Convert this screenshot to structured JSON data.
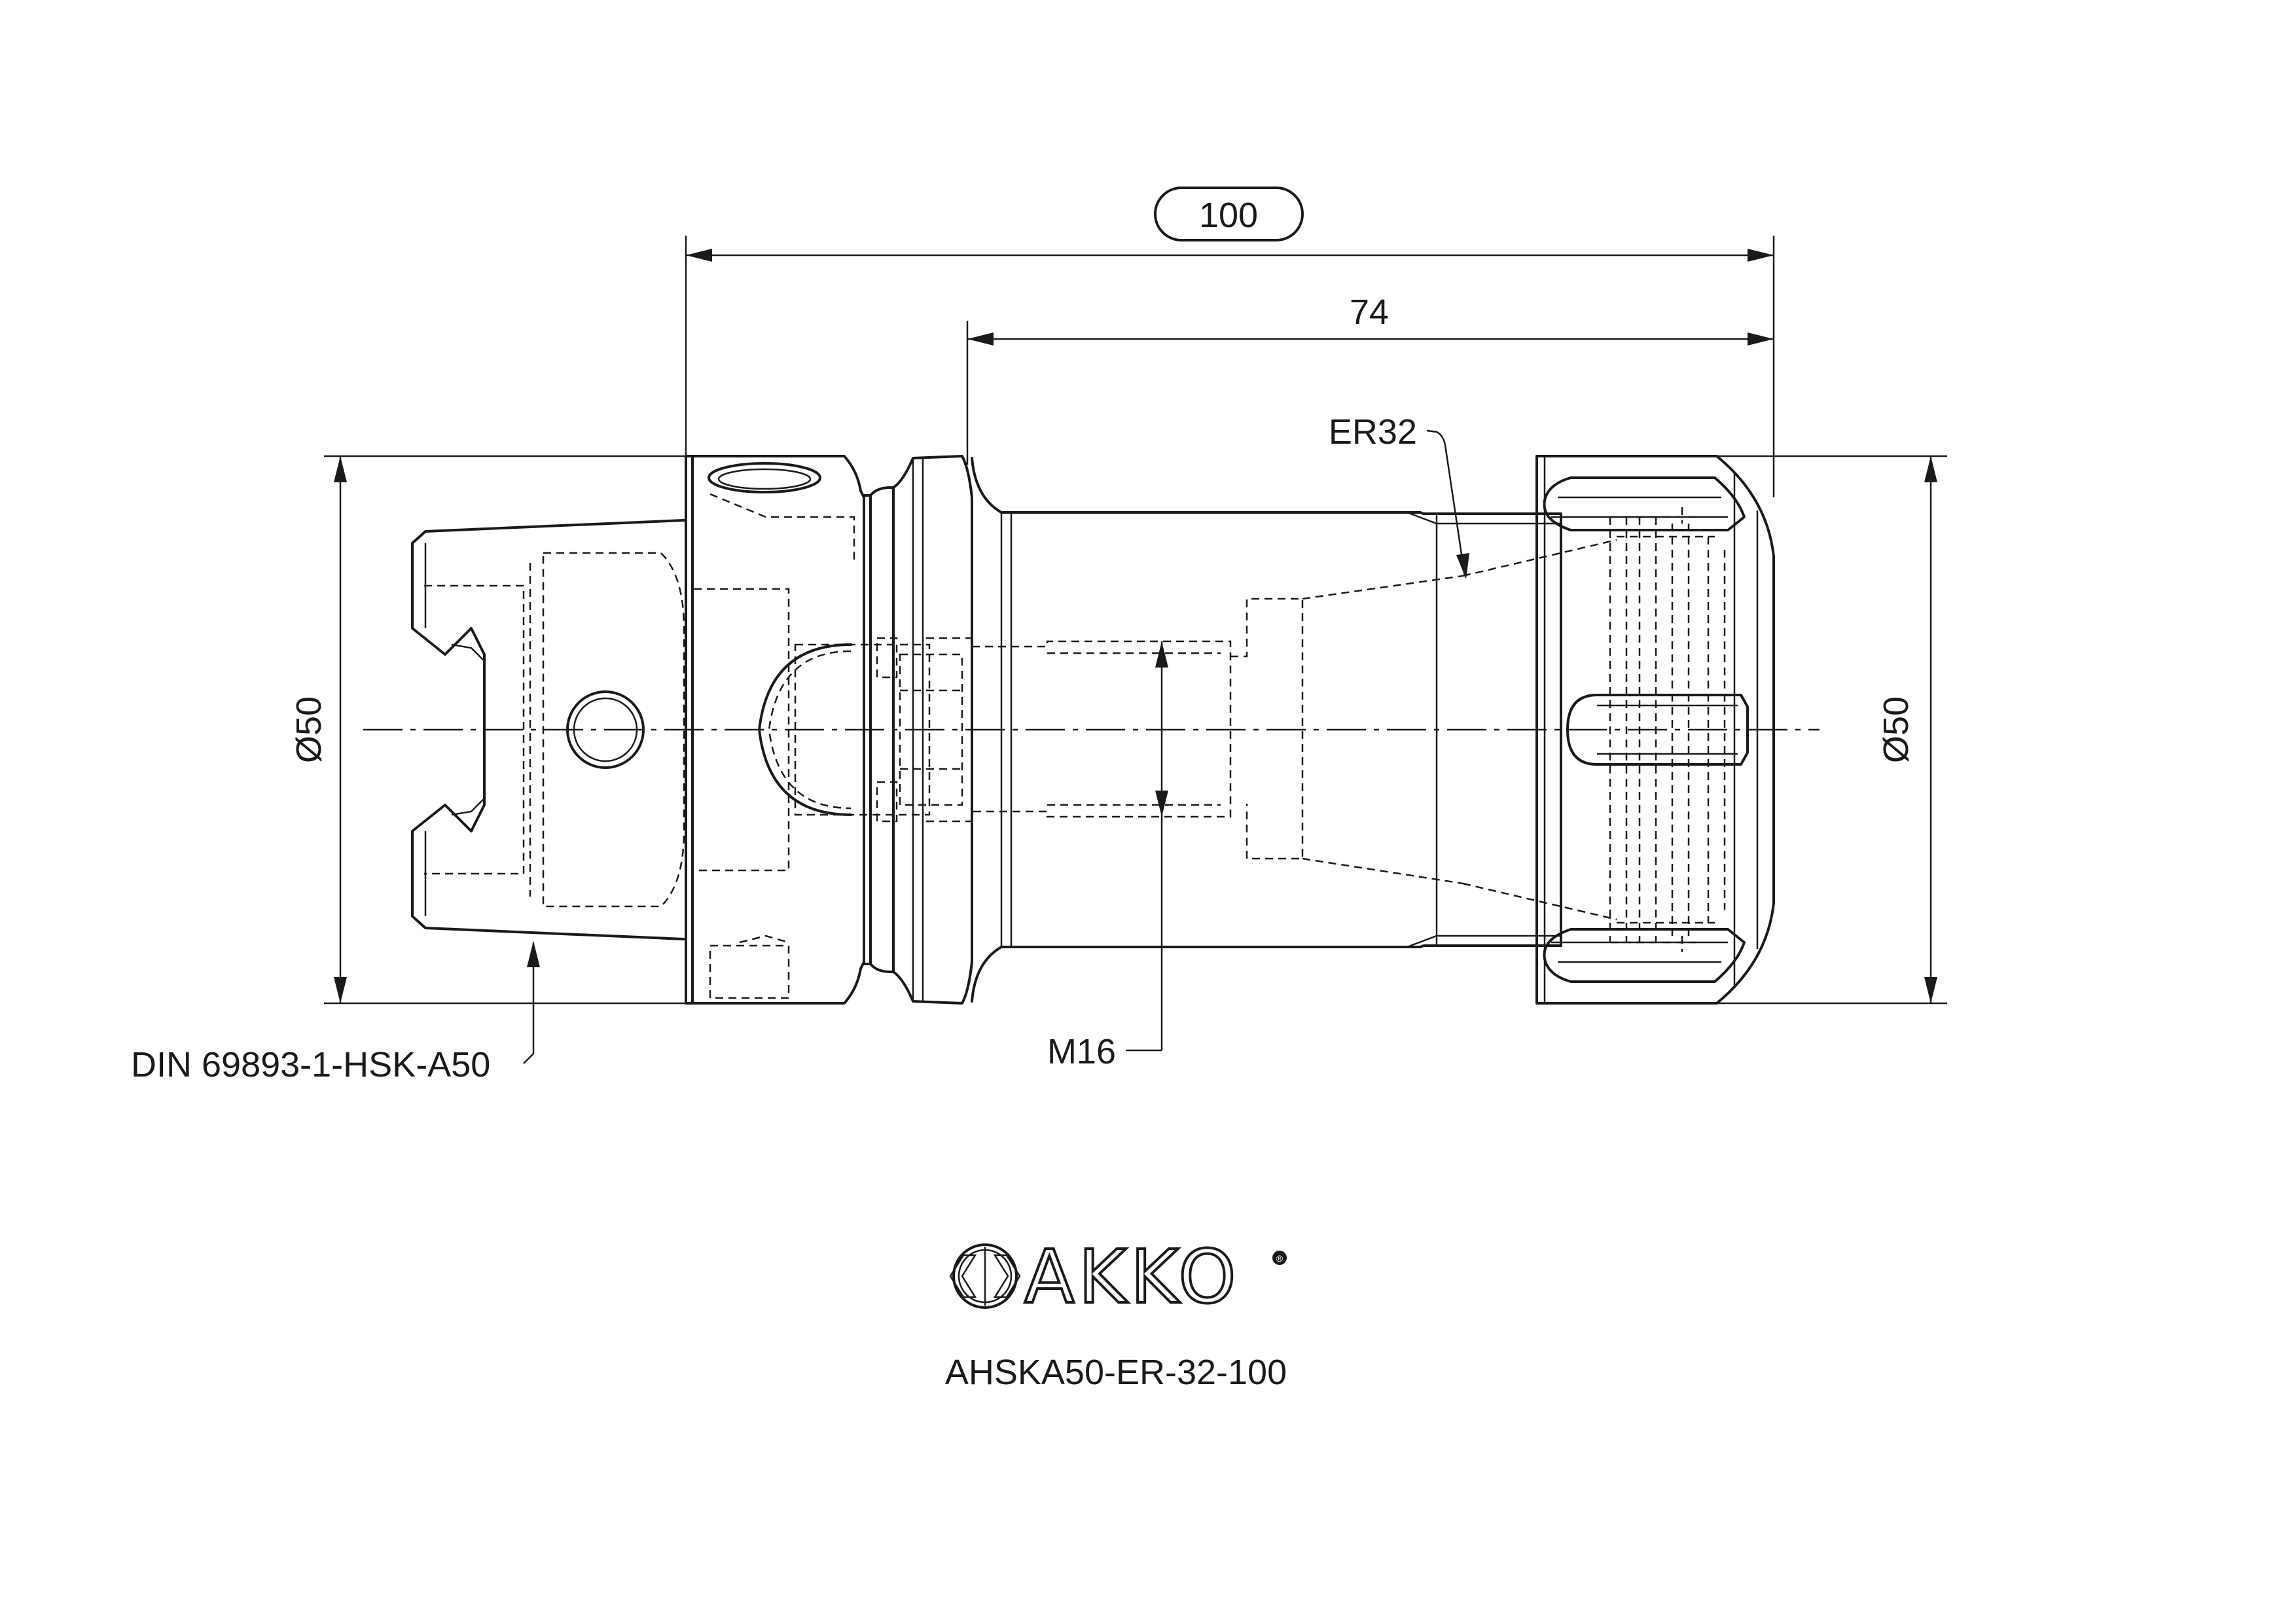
{
  "dimensions": {
    "overall_length": "100",
    "shank_length": "74",
    "left_diameter": "Ø50",
    "right_diameter": "Ø50"
  },
  "annotations": {
    "collet_type": "ER32",
    "thread": "M16",
    "taper_standard": "DIN 69893-1-HSK-A50"
  },
  "brand": {
    "name": "AKKO",
    "registered_mark": "®"
  },
  "part_number": "AHSKA50-ER-32-100"
}
